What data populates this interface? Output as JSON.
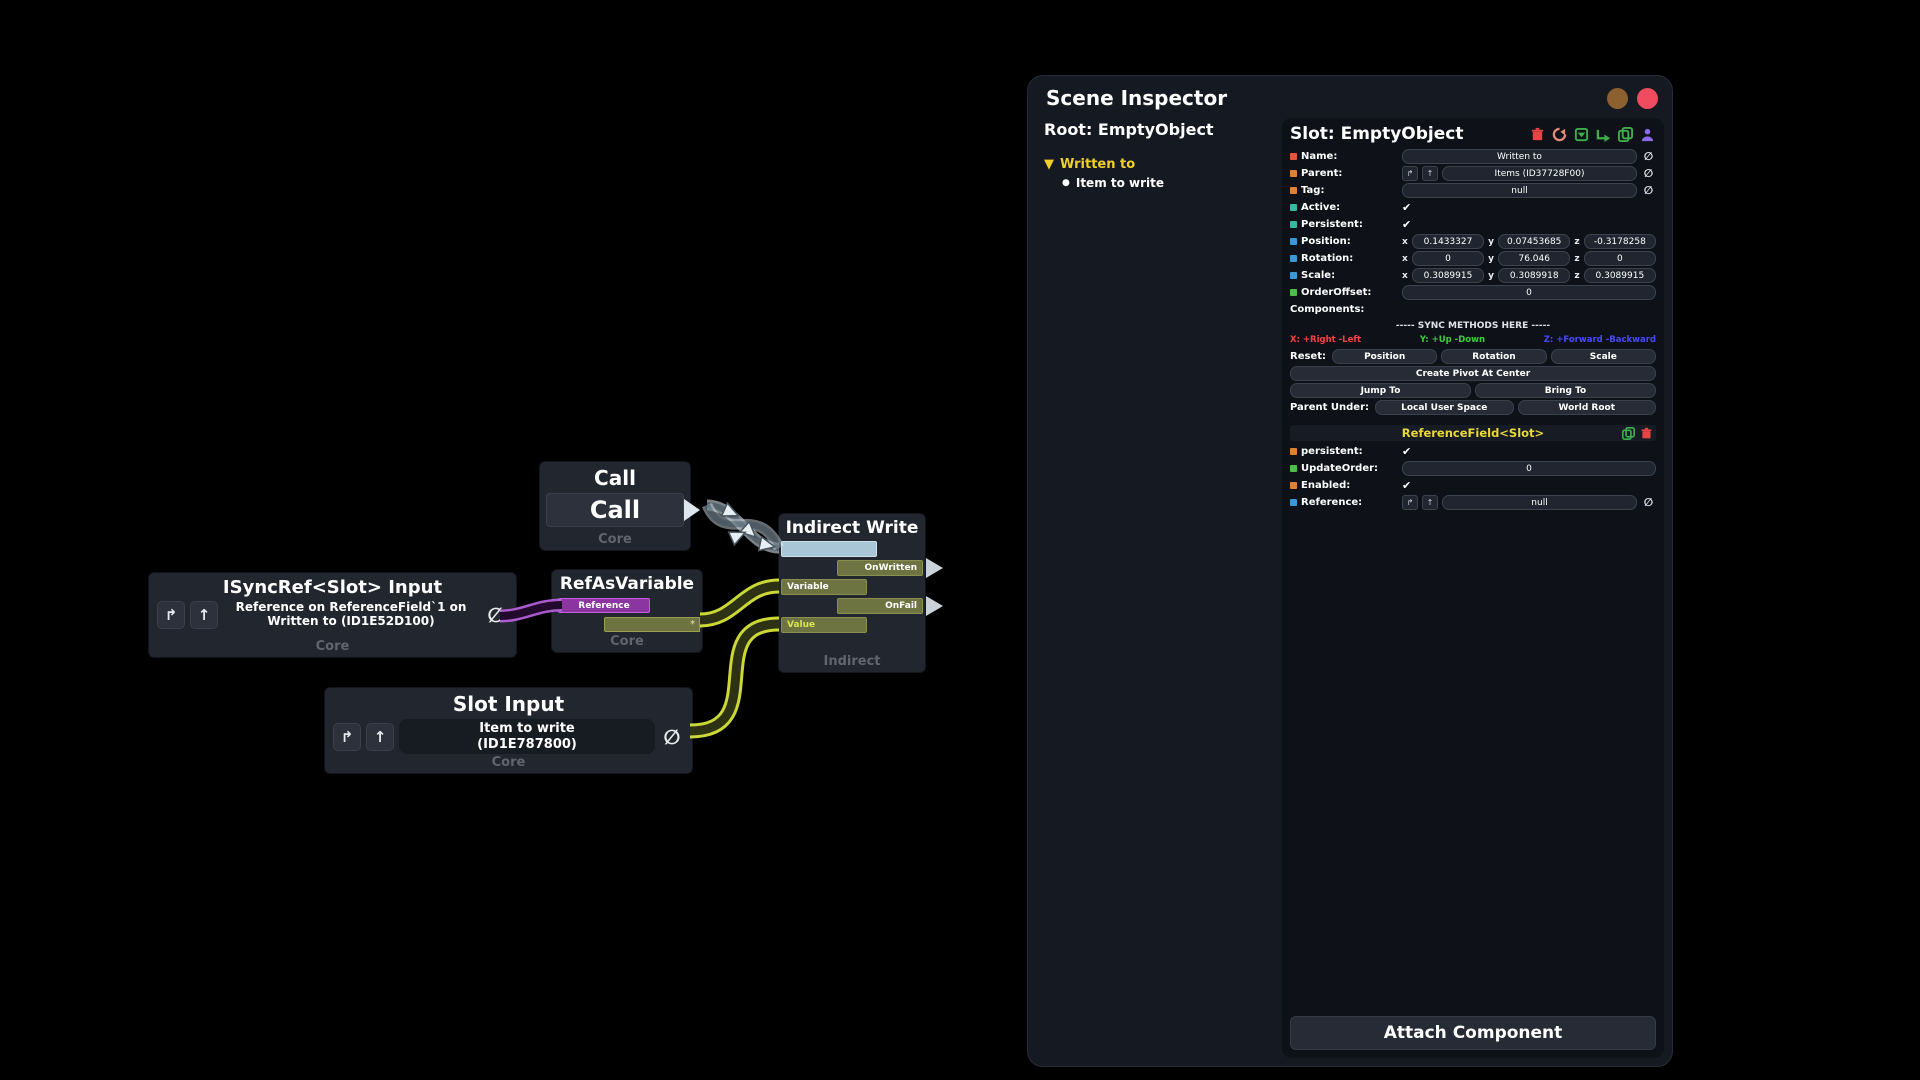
{
  "glyphs": {
    "jump": "↱",
    "up": "↑",
    "null": "∅",
    "check": "✔",
    "expander": "▼",
    "bullet": "●",
    "asterisk": "*"
  },
  "colors": {
    "selection_yellow": "#f0d028",
    "wire_reference": "#b35fd8",
    "wire_value": "#d6e438",
    "axis_x": "#ff4040",
    "axis_y": "#3ad03a",
    "axis_z": "#4848ff",
    "component_title": "#e8d838"
  },
  "graph": {
    "call": {
      "title": "Call",
      "button": "Call",
      "category": "Core"
    },
    "isyncref_input": {
      "title": "ISyncRef<Slot> Input",
      "line1": "Reference on ReferenceField`1 on",
      "line2": "Written to (ID1E52D100)",
      "category": "Core"
    },
    "ref_as_variable": {
      "title": "RefAsVariable",
      "input": "Reference",
      "output": "*",
      "category": "Core"
    },
    "indirect_write": {
      "title": "Indirect Write",
      "on_written": "OnWritten",
      "variable": "Variable",
      "on_fail": "OnFail",
      "value": "Value",
      "category": "Indirect"
    },
    "slot_input": {
      "title": "Slot Input",
      "line1": "Item to write",
      "line2": "(ID1E787800)",
      "category": "Core"
    }
  },
  "inspector": {
    "title": "Scene Inspector",
    "root": "Root: EmptyObject",
    "tree": {
      "selected": "Written to",
      "child": "Item to write"
    },
    "slot_header": "Slot: EmptyObject",
    "fields": {
      "name": {
        "label": "Name:",
        "value": "Written to"
      },
      "parent": {
        "label": "Parent:",
        "value": "Items (ID37728F00)"
      },
      "tag": {
        "label": "Tag:",
        "value": "null"
      },
      "active": {
        "label": "Active:"
      },
      "persistent": {
        "label": "Persistent:"
      },
      "position": {
        "label": "Position:",
        "x": "0.1433327",
        "y": "0.07453685",
        "z": "-0.3178258"
      },
      "rotation": {
        "label": "Rotation:",
        "x": "0",
        "y": "76.046",
        "z": "0"
      },
      "scale": {
        "label": "Scale:",
        "x": "0.3089915",
        "y": "0.3089918",
        "z": "0.3089915"
      },
      "order_offset": {
        "label": "OrderOffset:",
        "value": "0"
      },
      "components": {
        "label": "Components:"
      }
    },
    "axis_labels": {
      "x": "x",
      "y": "y",
      "z": "z"
    },
    "sync": {
      "header": "----- SYNC METHODS HERE -----",
      "x_legend": "X: +Right -Left",
      "y_legend": "Y: +Up -Down",
      "z_legend": "Z: +Forward -Backward"
    },
    "actions": {
      "reset_label": "Reset:",
      "reset_position": "Position",
      "reset_rotation": "Rotation",
      "reset_scale": "Scale",
      "create_pivot": "Create Pivot At Center",
      "jump_to": "Jump To",
      "bring_to": "Bring To",
      "parent_under_label": "Parent Under:",
      "local_user_space": "Local User Space",
      "world_root": "World Root"
    },
    "component": {
      "title": "ReferenceField<Slot>",
      "persistent_label": "persistent:",
      "update_order_label": "UpdateOrder:",
      "update_order_value": "0",
      "enabled_label": "Enabled:",
      "reference_label": "Reference:",
      "reference_value": "null"
    },
    "attach_button": "Attach Component"
  }
}
